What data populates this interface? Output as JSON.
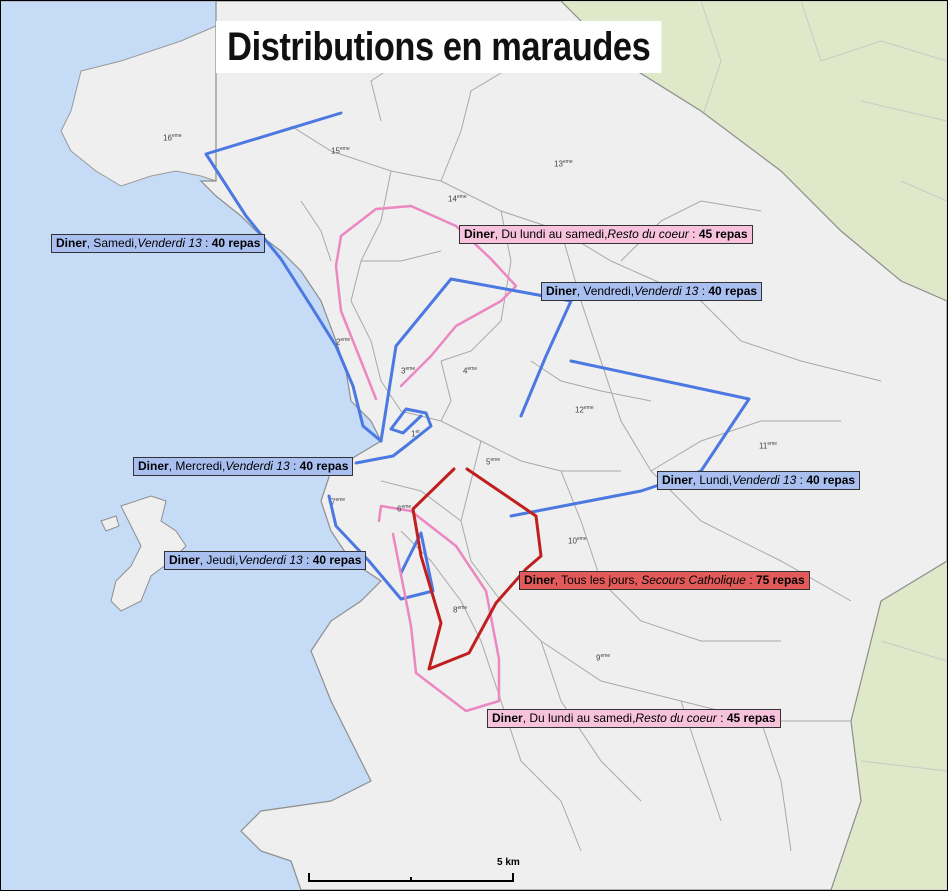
{
  "title": "Distributions en maraudes",
  "colors": {
    "sea": "#c5dbf6",
    "land": "#efefef",
    "outside_land": "#dfe8c8",
    "district_border": "#a9a9a9",
    "route_blue": "#4c78e2",
    "route_pink": "#ec87c2",
    "route_red": "#c01f1f",
    "label_blue": "#a9bfef",
    "label_pink": "#f7c2dc",
    "label_red": "#e35a5a"
  },
  "arrondissements": [
    {
      "num": "16",
      "suffix": "eme"
    },
    {
      "num": "15",
      "suffix": "eme"
    },
    {
      "num": "13",
      "suffix": "eme"
    },
    {
      "num": "14",
      "suffix": "eme"
    },
    {
      "num": "2",
      "suffix": "eme"
    },
    {
      "num": "3",
      "suffix": "eme"
    },
    {
      "num": "4",
      "suffix": "eme"
    },
    {
      "num": "12",
      "suffix": "eme"
    },
    {
      "num": "11",
      "suffix": "eme"
    },
    {
      "num": "1",
      "suffix": "er"
    },
    {
      "num": "5",
      "suffix": "eme"
    },
    {
      "num": "7",
      "suffix": "eme"
    },
    {
      "num": "6",
      "suffix": "eme"
    },
    {
      "num": "10",
      "suffix": "eme"
    },
    {
      "num": "8",
      "suffix": "eme"
    },
    {
      "num": "9",
      "suffix": "eme"
    }
  ],
  "routes": [
    {
      "color": "blue",
      "meal": "Diner",
      "days": "Samedi,",
      "org": "Venderdi 13",
      "sep": " : ",
      "count": "40 repas"
    },
    {
      "color": "pink",
      "meal": "Diner",
      "days": "Du lundi au samedi,",
      "org": "Resto du coeur",
      "sep": " : ",
      "count": "45 repas"
    },
    {
      "color": "blue",
      "meal": "Diner",
      "days": "Vendredi,",
      "org": "Venderdi 13",
      "sep": " : ",
      "count": "40 repas"
    },
    {
      "color": "blue",
      "meal": "Diner",
      "days": "Mercredi,",
      "org": "Venderdi 13",
      "sep": " : ",
      "count": "40 repas"
    },
    {
      "color": "blue",
      "meal": "Diner",
      "days": "Lundi,",
      "org": "Venderdi 13",
      "sep": " : ",
      "count": "40 repas"
    },
    {
      "color": "blue",
      "meal": "Diner",
      "days": "Jeudi,",
      "org": "Venderdi 13",
      "sep": " : ",
      "count": "40 repas"
    },
    {
      "color": "red",
      "meal": "Diner",
      "days": "Tous les jours,",
      "org": "Secours Catholique",
      "sep": " : ",
      "count": "75 repas"
    },
    {
      "color": "pink",
      "meal": "Diner",
      "days": "Du lundi au samedi,",
      "org": "Resto du coeur",
      "sep": " : ",
      "count": "45 repas"
    }
  ],
  "scale_bar": {
    "label": "5 km"
  }
}
